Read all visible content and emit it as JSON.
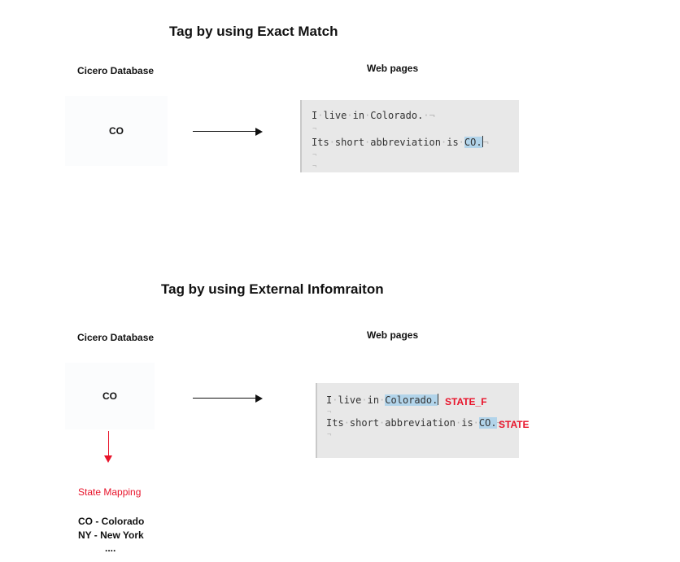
{
  "section1": {
    "title": "Tag by using Exact Match",
    "db_label": "Cicero Database",
    "db_value": "CO",
    "web_label": "Web pages",
    "editor": {
      "line1": [
        "I",
        "live",
        "in",
        "Colorado."
      ],
      "line2": [
        "Its",
        "short",
        "abbreviation",
        "is",
        "CO."
      ]
    }
  },
  "section2": {
    "title": "Tag by using External Infomraiton",
    "db_label": "Cicero Database",
    "db_value": "CO",
    "web_label": "Web pages",
    "editor": {
      "line1": [
        "I",
        "live",
        "in",
        "Colorado."
      ],
      "line2": [
        "Its",
        "short",
        "abbreviation",
        "is",
        "CO."
      ]
    },
    "tags": {
      "state_full": "STATE_F",
      "state": "STATE"
    },
    "mapping": {
      "title": "State Mapping",
      "items": [
        "CO - Colorado",
        "NY - New York",
        "...."
      ]
    }
  },
  "colors": {
    "highlight": "#b2d4ea",
    "tag_red": "#e8132a",
    "editor_bg": "#e8e8e8"
  }
}
